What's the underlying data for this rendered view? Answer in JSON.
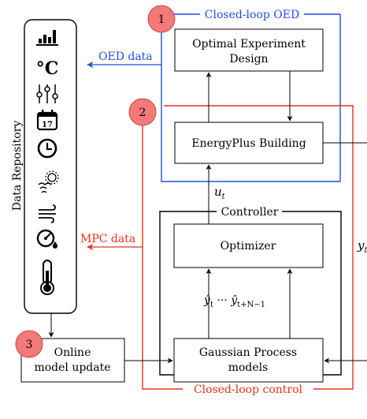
{
  "colors": {
    "oed_blue": "#1f4fe0",
    "control_red": "#e8301c",
    "badge_fill": "#f47a7a",
    "badge_stroke": "#c44444",
    "ink": "#000000"
  },
  "repository": {
    "title": "Data Repository",
    "icons": [
      "bar-chart-icon",
      "celsius-icon",
      "sliders-icon",
      "calendar-icon",
      "clock-icon",
      "sun-cloud-icon",
      "wind-icon",
      "gauge-icon",
      "thermometer-icon"
    ],
    "calendar_day": "17"
  },
  "badges": [
    "1",
    "2",
    "3"
  ],
  "loops": {
    "oed": "Closed-loop OED",
    "control": "Closed-loop control",
    "controller": "Controller"
  },
  "blocks": {
    "oed_line1": "Optimal Experiment",
    "oed_line2": "Design",
    "building": "EnergyPlus Building",
    "optimizer": "Optimizer",
    "gp_line1": "Gaussian Process",
    "gp_line2": "models",
    "online_line1": "Online",
    "online_line2": "model update"
  },
  "edges": {
    "oed_data": "OED data",
    "mpc_data": "MPC data",
    "control_input": "u",
    "control_input_sub": "t",
    "output": "y",
    "output_sub": "t",
    "prediction": "ŷ",
    "prediction_first_sub": "t",
    "prediction_dots": " ··· ",
    "prediction_last_sub": "t+N−1"
  }
}
